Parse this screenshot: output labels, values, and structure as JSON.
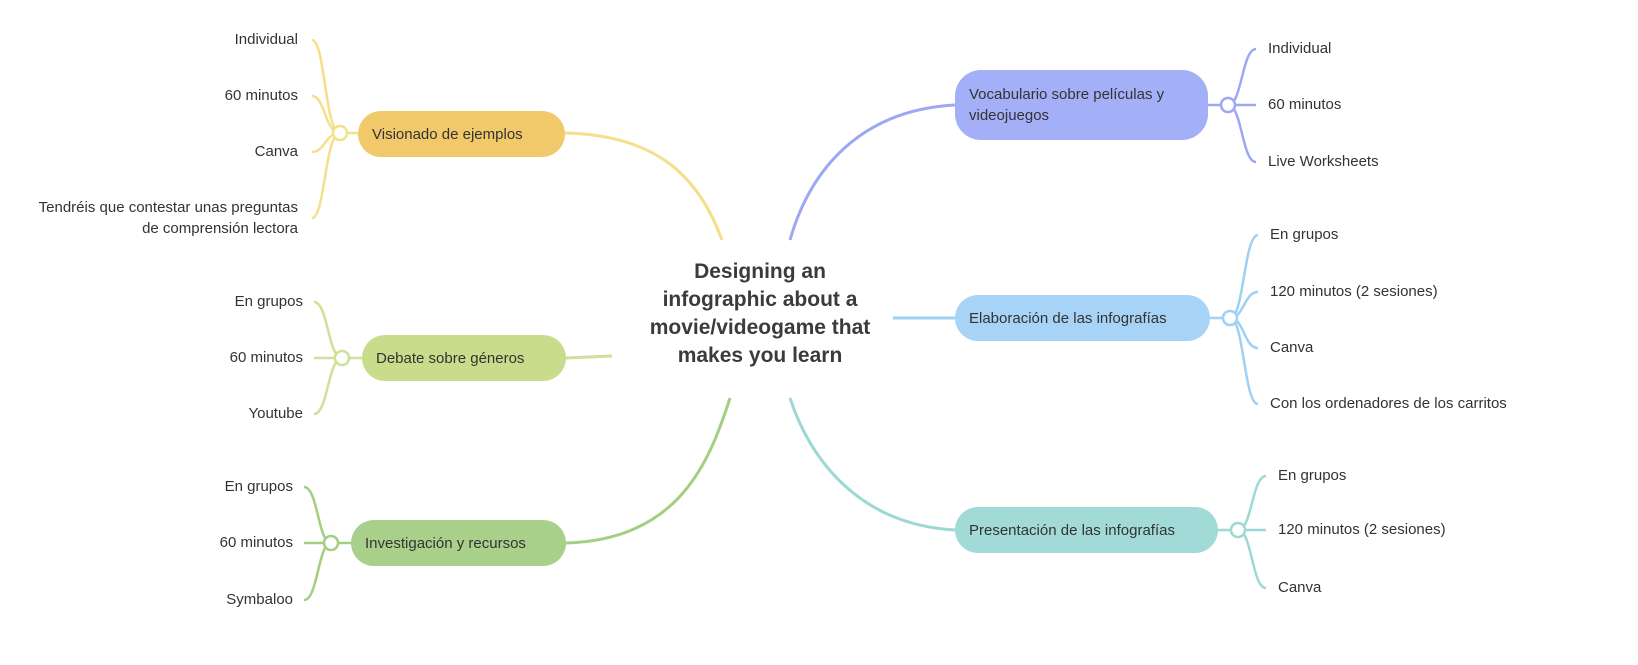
{
  "central_topic": {
    "lines": [
      "Designing an",
      "infographic about a",
      "movie/videogame that",
      "makes you learn"
    ]
  },
  "branches": {
    "visionado": {
      "label": "Visionado de ejemplos",
      "color": "#f2c96a",
      "line_color": "#f5e08a",
      "leaves": [
        "Individual",
        "60 minutos",
        "Canva",
        "Tendréis que contestar unas preguntas de comprensión lectora"
      ]
    },
    "debate": {
      "label": "Debate sobre géneros",
      "color": "#c9dc8c",
      "line_color": "#cfe09a",
      "leaves": [
        "En grupos",
        "60 minutos",
        "Youtube"
      ]
    },
    "investigacion": {
      "label": "Investigación y recursos",
      "color": "#a8d08a",
      "line_color": "#a3cf82",
      "leaves": [
        "En grupos",
        "60 minutos",
        "Symbaloo"
      ]
    },
    "vocabulario": {
      "label": "Vocabulario sobre películas y videojuegos",
      "color": "#a3aff7",
      "line_color": "#9ca8f2",
      "leaves": [
        "Individual",
        "60 minutos",
        "Live Worksheets"
      ]
    },
    "elaboracion": {
      "label": "Elaboración de las infografías",
      "color": "#a6d3f6",
      "line_color": "#9fd0f5",
      "leaves": [
        "En grupos",
        "120 minutos (2 sesiones)",
        "Canva",
        "Con los ordenadores de los carritos"
      ]
    },
    "presentacion": {
      "label": "Presentación de las infografías",
      "color": "#a2dad7",
      "line_color": "#9cd8d4",
      "leaves": [
        "En grupos",
        "120 minutos (2 sesiones)",
        "Canva"
      ]
    }
  }
}
